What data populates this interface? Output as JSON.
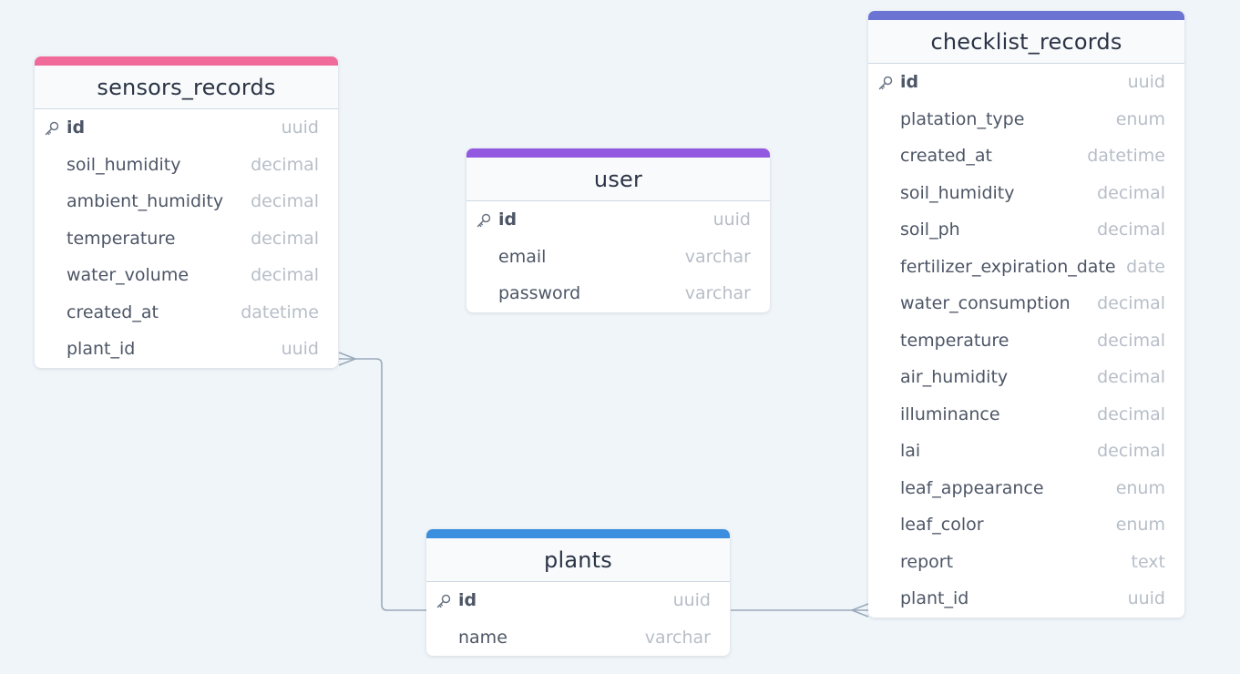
{
  "colors": {
    "background": "#f0f5f9",
    "sensors_records": "#f06b9a",
    "user": "#9358e0",
    "plants": "#3b8fde",
    "checklist_records": "#6c74d3",
    "connector": "#9aaabb"
  },
  "tables": {
    "sensors_records": {
      "title": "sensors_records",
      "fields": [
        {
          "name": "id",
          "type": "uuid",
          "pk": true
        },
        {
          "name": "soil_humidity",
          "type": "decimal"
        },
        {
          "name": "ambient_humidity",
          "type": "decimal"
        },
        {
          "name": "temperature",
          "type": "decimal"
        },
        {
          "name": "water_volume",
          "type": "decimal"
        },
        {
          "name": "created_at",
          "type": "datetime"
        },
        {
          "name": "plant_id",
          "type": "uuid"
        }
      ]
    },
    "user": {
      "title": "user",
      "fields": [
        {
          "name": "id",
          "type": "uuid",
          "pk": true
        },
        {
          "name": "email",
          "type": "varchar"
        },
        {
          "name": "password",
          "type": "varchar"
        }
      ]
    },
    "plants": {
      "title": "plants",
      "fields": [
        {
          "name": "id",
          "type": "uuid",
          "pk": true
        },
        {
          "name": "name",
          "type": "varchar"
        }
      ]
    },
    "checklist_records": {
      "title": "checklist_records",
      "fields": [
        {
          "name": "id",
          "type": "uuid",
          "pk": true
        },
        {
          "name": "platation_type",
          "type": "enum"
        },
        {
          "name": "created_at",
          "type": "datetime"
        },
        {
          "name": "soil_humidity",
          "type": "decimal"
        },
        {
          "name": "soil_ph",
          "type": "decimal"
        },
        {
          "name": "fertilizer_expiration_date",
          "type": "date"
        },
        {
          "name": "water_consumption",
          "type": "decimal"
        },
        {
          "name": "temperature",
          "type": "decimal"
        },
        {
          "name": "air_humidity",
          "type": "decimal"
        },
        {
          "name": "illuminance",
          "type": "decimal"
        },
        {
          "name": "lai",
          "type": "decimal"
        },
        {
          "name": "leaf_appearance",
          "type": "enum"
        },
        {
          "name": "leaf_color",
          "type": "enum"
        },
        {
          "name": "report",
          "type": "text"
        },
        {
          "name": "plant_id",
          "type": "uuid"
        }
      ]
    }
  },
  "relations": [
    {
      "from": "sensors_records.plant_id",
      "to": "plants.id",
      "cardinality": "many-to-one"
    },
    {
      "from": "checklist_records.plant_id",
      "to": "plants.id",
      "cardinality": "many-to-one"
    }
  ]
}
